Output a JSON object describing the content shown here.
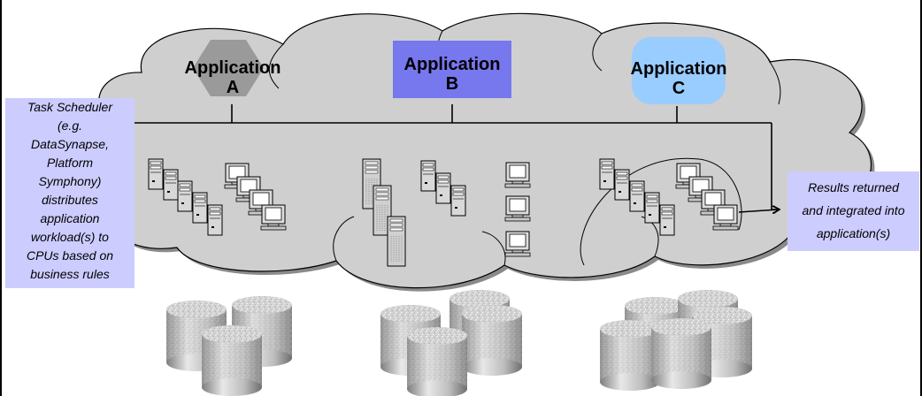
{
  "applications": [
    {
      "name": "Application",
      "letter": "A",
      "shape": "hexagon",
      "color": "#9a9a9a"
    },
    {
      "name": "Application",
      "letter": "B",
      "shape": "rectangle",
      "color": "#7777ee"
    },
    {
      "name": "Application",
      "letter": "C",
      "shape": "rounded-rectangle",
      "color": "#99ccff"
    }
  ],
  "scheduler_note": {
    "lines": [
      "Task Scheduler",
      "(e.g.",
      "DataSynapse,",
      "Platform",
      "Symphony)",
      "distributes",
      "application",
      "workload(s) to",
      "CPUs based on",
      "business rules"
    ],
    "color": "#ccccff"
  },
  "results_note": {
    "lines": [
      "Results returned",
      "and integrated into",
      "application(s)"
    ],
    "color": "#ccccff"
  },
  "colors": {
    "cloud": "#cfcfcf",
    "cloud_outline": "#000000",
    "storage": "#bdbdbd"
  },
  "icons": [
    "server-tower-icon",
    "desktop-computer-icon",
    "storage-cylinder-icon",
    "arrow-icon"
  ]
}
